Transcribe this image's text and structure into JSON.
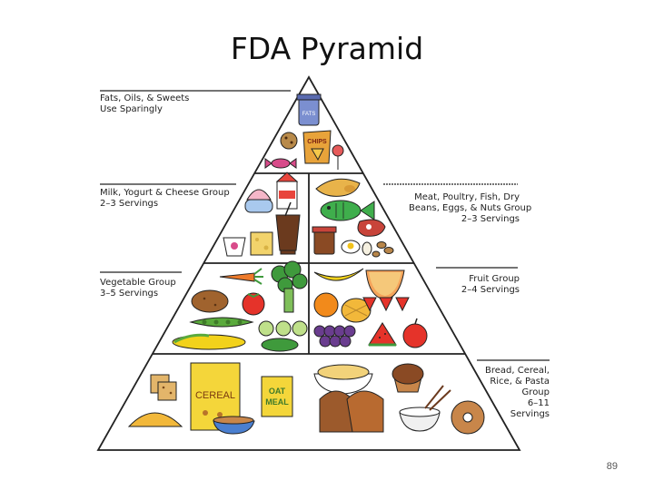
{
  "slide": {
    "title": "FDA Pyramid",
    "page_number": "89"
  },
  "groups": {
    "fats": {
      "line1": "Fats, Oils, & Sweets",
      "line2": "Use Sparingly"
    },
    "milk": {
      "line1": "Milk, Yogurt & Cheese Group",
      "line2": "2–3 Servings"
    },
    "meat": {
      "line1": "Meat, Poultry, Fish, Dry",
      "line2": "Beans, Eggs, & Nuts Group",
      "line3": "2–3 Servings"
    },
    "vegetable": {
      "line1": "Vegetable Group",
      "line2": "3–5 Servings"
    },
    "fruit": {
      "line1": "Fruit Group",
      "line2": "2–4 Servings"
    },
    "bread": {
      "line1": "Bread, Cereal,",
      "line2": "Rice, & Pasta",
      "line3": "Group",
      "line4": "6–11",
      "line5": "Servings"
    }
  },
  "food_labels": {
    "fats_jar": "FATS",
    "chips": "CHIPS",
    "cereal": "CEREAL",
    "oatmeal_1": "OAT",
    "oatmeal_2": "MEAL"
  },
  "colors": {
    "outline": "#222222",
    "carrot": "#ee7a2a",
    "broccoli": "#3f9a3c",
    "banana": "#f2d21b",
    "tomato": "#e5332a",
    "grape": "#6a3d8f",
    "bread": "#9c5a2c",
    "cereal_box": "#f4d63a",
    "fish": "#3fae4c",
    "meat": "#c8443a",
    "milk_carton": "#e8453c"
  },
  "icons": [
    "oil-jar-icon",
    "cookie-icon",
    "chips-bag-icon",
    "candy-icon",
    "lollipop-icon",
    "ice-cream-icon",
    "milk-carton-icon",
    "milkshake-icon",
    "yogurt-icon",
    "cheese-icon",
    "chicken-icon",
    "fish-icon",
    "steak-icon",
    "eggs-icon",
    "peanut-butter-icon",
    "nuts-icon",
    "carrot-icon",
    "tomato-icon",
    "broccoli-icon",
    "potato-icon",
    "peas-icon",
    "corn-icon",
    "cucumber-icon",
    "pea-pod-icon",
    "banana-icon",
    "cantaloupe-icon",
    "orange-icon",
    "pineapple-icon",
    "grapes-icon",
    "strawberry-icon",
    "watermelon-icon",
    "apple-icon",
    "crackers-icon",
    "cereal-box-icon",
    "oatmeal-box-icon",
    "pasta-bowl-icon",
    "muffin-icon",
    "taco-shell-icon",
    "cereal-bowl-icon",
    "bread-loaf-icon",
    "rice-bowl-icon",
    "bagel-icon"
  ]
}
